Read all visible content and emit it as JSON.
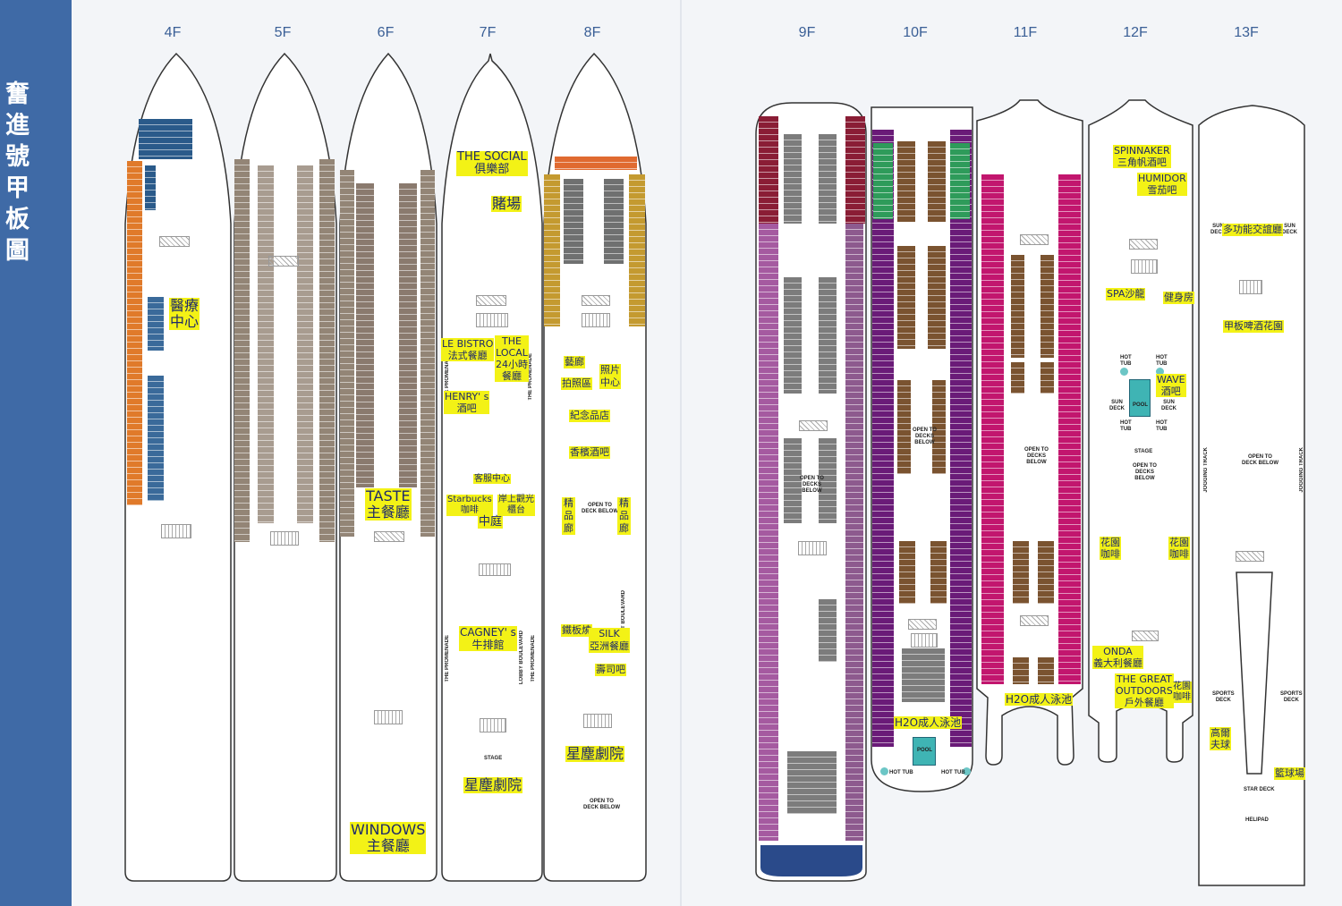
{
  "title": "奮進號甲板圖",
  "decks": [
    "4F",
    "5F",
    "6F",
    "7F",
    "8F",
    "9F",
    "10F",
    "11F",
    "12F",
    "13F"
  ],
  "venues": {
    "medical": "醫療\n中心",
    "taste": "TASTE\n主餐廳",
    "windows": "WINDOWS\n主餐廳",
    "social": "THE SOCIAL\n俱樂部",
    "casino": "賭場",
    "le_bistro": "LE BISTRO\n法式餐廳",
    "the_local": "THE\nLOCAL\n24小時\n餐廳",
    "henrys": "HENRY' s\n酒吧",
    "guest_services": "客服中心",
    "starbucks": "Starbucks\n咖啡",
    "shore_excursions": "岸上觀光\n櫃台",
    "atrium": "中庭",
    "cagneys": "CAGNEY' s\n牛排館",
    "theater_7f": "星塵劇院",
    "art_gallery": "藝廊",
    "photo_area": "拍照區",
    "photo_center": "照片\n中心",
    "souvenir": "紀念品店",
    "champagne_bar": "香檳酒吧",
    "boutique_left": "精品廊",
    "boutique_right": "精品廊",
    "teppanyaki": "鐵板燒",
    "silk": "SILK\n亞洲餐廳",
    "sushi": "壽司吧",
    "theater_8f": "星塵劇院",
    "h2o_10f": "H2O成人泳池",
    "h2o_11f": "H2O成人泳池",
    "spinnaker": "SPINNAKER\n三角帆酒吧",
    "humidor": "HUMIDOR\n雪茄吧",
    "spa": "SPA沙龍",
    "fitness": "健身房",
    "wave": "WAVE\n酒吧",
    "garden_cafe_l": "花園\n咖啡",
    "garden_cafe_r": "花園\n咖啡",
    "onda": "ONDA\n義大利餐廳",
    "great_outdoors": "THE GREAT\nOUTDOORS\n戶外餐廳",
    "garden_cafe_s": "花園\n咖啡",
    "multi_lounge": "多功能交誼廳",
    "beer_garden": "甲板啤酒花園",
    "golf": "高爾\n夫球",
    "basketball": "籃球場"
  },
  "plan_marks": {
    "open_decks_below": "OPEN TO\nDECKS\nBELOW",
    "open_deck_below": "OPEN TO\nDECK BELOW",
    "pool": "POOL",
    "hot_tub": "HOT\nTUB",
    "hot_tub_inline": "HOT TUB",
    "sun_deck": "SUN\nDECK",
    "stage": "STAGE",
    "promenade": "THE PROMENADE",
    "lobby_blvd": "LOBBY BOULEVARD",
    "sunset_blvd": "SUNSET BOULEVARD",
    "jogging": "JOGGING TRACK",
    "sports_deck": "SPORTS\nDECK",
    "star_deck": "STAR DECK",
    "helipad": "HELIPAD"
  },
  "colors": {
    "band": "#3f6aa6",
    "highlight": "#f3f216",
    "orange": "#e07a2a",
    "brown_gray": "#938576",
    "gold": "#c49a30",
    "purple": "#6a1b78",
    "pink_purple": "#a55aa0",
    "magenta": "#c2166e",
    "brown": "#7a5330",
    "green": "#2e9b5a"
  }
}
